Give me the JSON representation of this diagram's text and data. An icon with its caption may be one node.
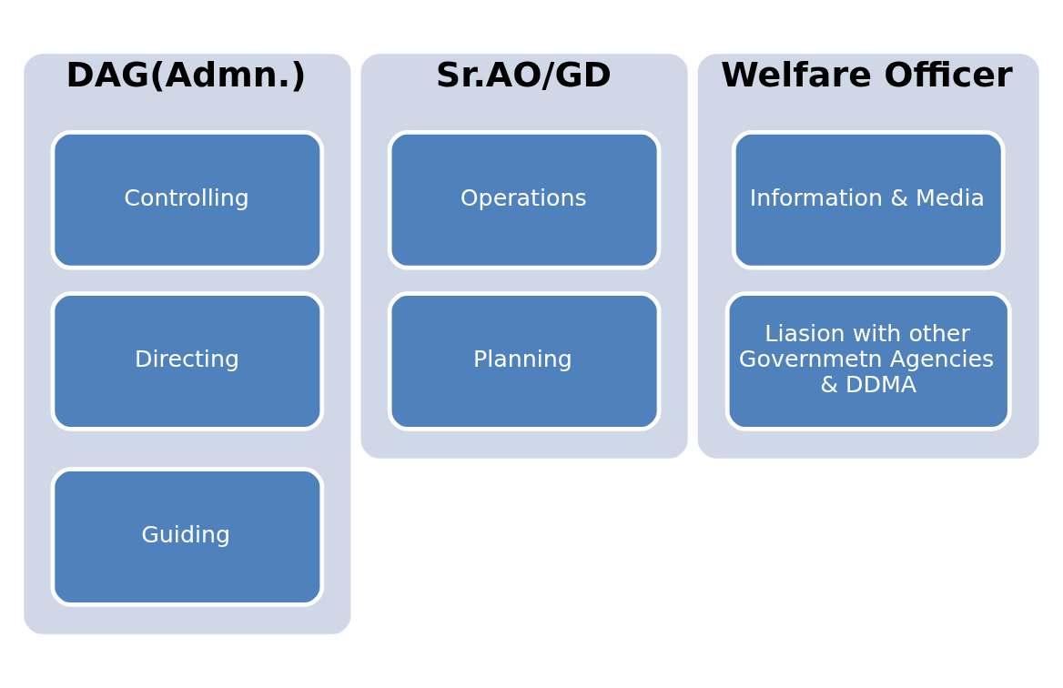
{
  "diagram": {
    "nodes": [
      {
        "text": [
          "DAG(Admn.)"
        ]
      },
      {
        "text": [
          "Controlling"
        ],
        "in": 0
      },
      {
        "text": [
          "Directing"
        ],
        "in": 0
      },
      {
        "text": [
          "Guiding"
        ],
        "in": 0
      },
      {
        "text": [
          "Sr.AO/GD"
        ]
      },
      {
        "text": [
          "Operations"
        ],
        "in": 4
      },
      {
        "text": [
          "Planning"
        ],
        "in": 4
      },
      {
        "text": [
          "Welfare Officer"
        ]
      },
      {
        "text": [
          "Information & Media"
        ],
        "in": 7
      },
      {
        "text": [
          "Liasion with other Governmetn Agencies & DDMA"
        ],
        "in": 7
      }
    ],
    "edges": []
  }
}
